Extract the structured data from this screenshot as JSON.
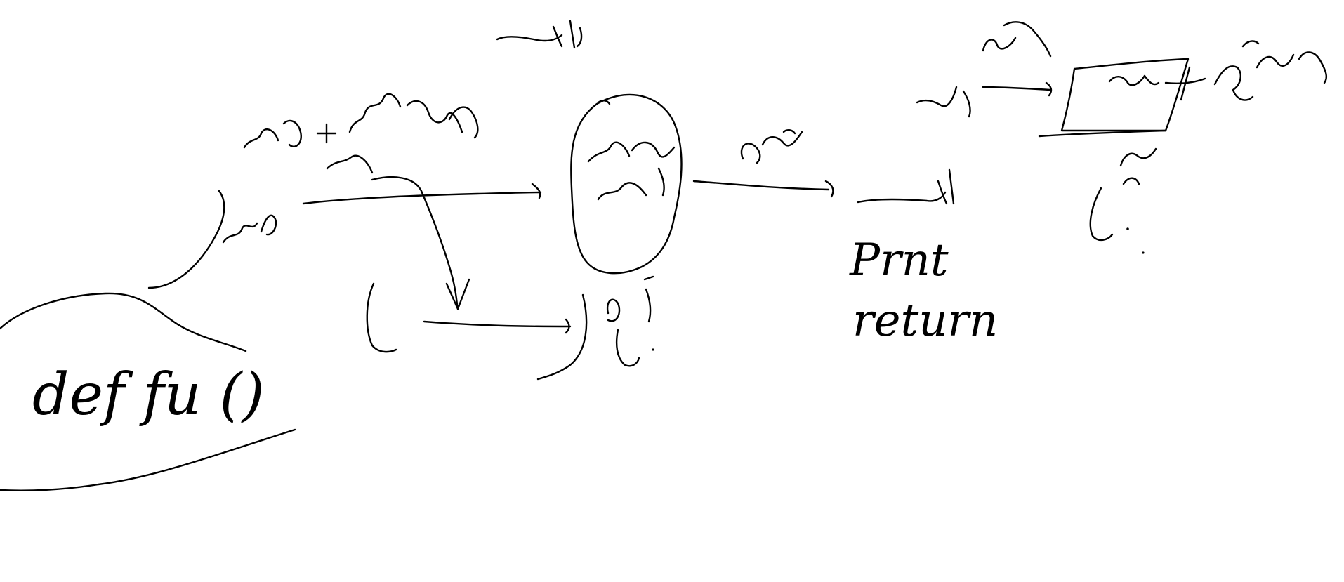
{
  "canvas": {
    "background": "#ffffff",
    "ink": "#000000"
  },
  "texts": {
    "def_line": "def fu ()",
    "print_word": "Prnt",
    "return_word": "return"
  },
  "icons": [
    "freehand-arrow-icon",
    "blob-shape-icon",
    "parallelogram-icon"
  ]
}
